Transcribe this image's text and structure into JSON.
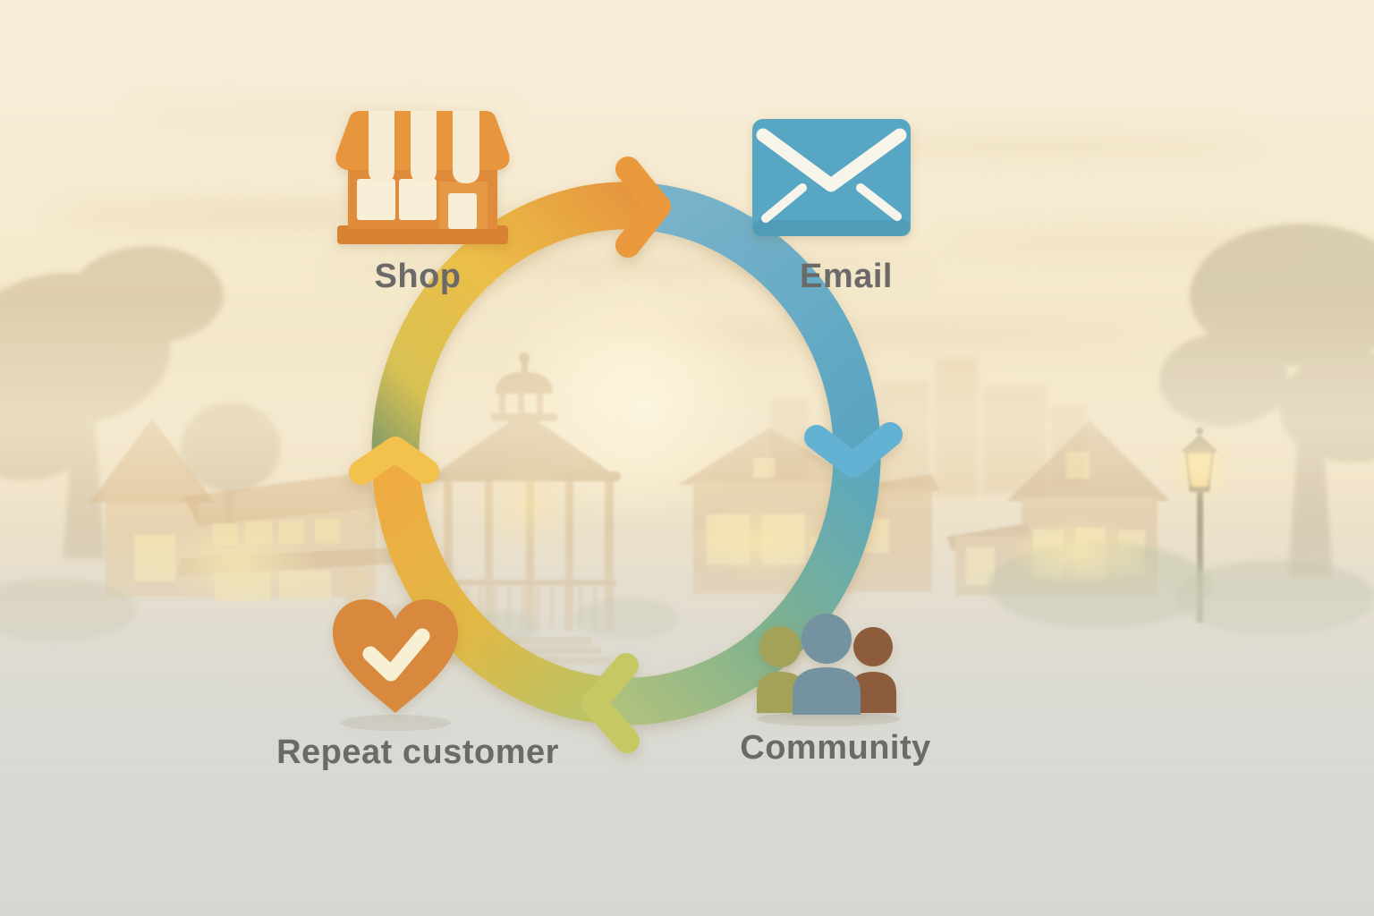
{
  "diagram": {
    "type": "cycle",
    "flow": "clockwise",
    "stages": [
      {
        "label": "Shop",
        "icon": "storefront-icon",
        "position": "top-left",
        "icon_color": "#E08B3A"
      },
      {
        "label": "Email",
        "icon": "envelope-icon",
        "position": "top-right",
        "icon_color": "#57A6C4"
      },
      {
        "label": "Community",
        "icon": "people-group-icon",
        "position": "bottom-right",
        "icon_colors": [
          "#A4A158",
          "#7592A1",
          "#8D5C3D"
        ]
      },
      {
        "label": "Repeat customer",
        "icon": "heart-check-icon",
        "position": "bottom-left",
        "icon_color": "#D8893C"
      }
    ],
    "ring": {
      "segment_colors": {
        "repeat_to_email_via_shop": [
          "#8FA066",
          "#ECBE48",
          "#E6953E"
        ],
        "shop_to_community_via_email": [
          "#79B3CA",
          "#58A4C0"
        ],
        "email_to_repeat_via_community": [
          "#5CA8BE",
          "#7FB18F",
          "#B2C27D"
        ],
        "community_to_shop_via_repeat": [
          "#BCC364",
          "#E2B845",
          "#F0AA42"
        ]
      },
      "arrow_colors": {
        "top": "#EA9A3E",
        "right": "#64B2D4",
        "bottom": "#C6C963",
        "left": "#F2C24E"
      }
    },
    "label_color": "#6B6A68"
  }
}
